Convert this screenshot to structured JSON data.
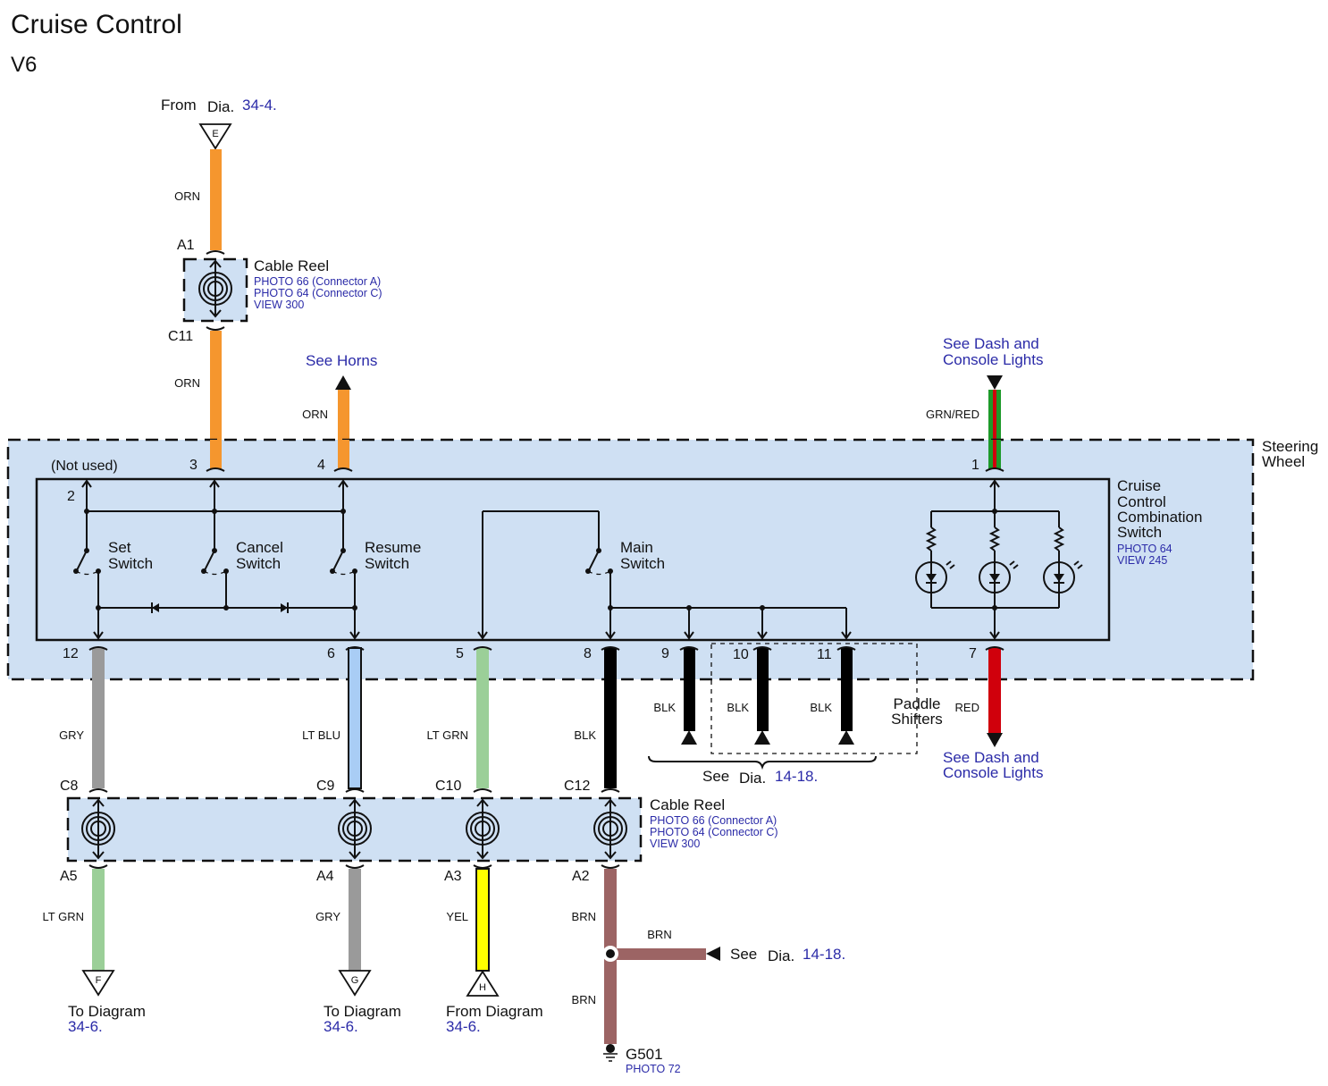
{
  "header": {
    "title": "Cruise Control",
    "subtitle": "V6"
  },
  "colors": {
    "ORN": "#f5962e",
    "GRY": "#9a9a9a",
    "LT_BLU": "#a9cdf5",
    "LT_GRN": "#9bcf98",
    "BLK": "#000000",
    "RED": "#d0000c",
    "GRN": "#1d9a2a",
    "YEL": "#ffff00",
    "BRN": "#9c6464",
    "panel": "#cfe0f3",
    "link": "#2b2ba8"
  },
  "refs": {
    "top_from": {
      "prefix": "From",
      "dia": "Dia.",
      "num": "34-4.",
      "letter": "E"
    },
    "see_horns": "See Horns",
    "see_dash_top": [
      "See Dash and",
      "Console Lights"
    ],
    "see_dash_bottom": [
      "See Dash and",
      "Console Lights"
    ],
    "paddle_see": {
      "prefix": "See",
      "dia": "Dia.",
      "num": "14-18."
    },
    "brn_see": {
      "prefix": "See",
      "dia": "Dia.",
      "num": "14-18."
    },
    "to_f": {
      "label": "To Diagram",
      "num": "34-6.",
      "letter": "F"
    },
    "to_g": {
      "label": "To Diagram",
      "num": "34-6.",
      "letter": "G"
    },
    "from_h": {
      "label": "From Diagram",
      "num": "34-6.",
      "letter": "H"
    }
  },
  "cable_reel_top": {
    "name": "Cable Reel",
    "refs": [
      "PHOTO 66 (Connector A)",
      "PHOTO 64 (Connector C)",
      "VIEW 300"
    ],
    "pin_in": "A1",
    "pin_out": "C11"
  },
  "cable_reel_bottom": {
    "name": "Cable Reel",
    "refs": [
      "PHOTO 66 (Connector A)",
      "PHOTO 64 (Connector C)",
      "VIEW 300"
    ],
    "pins_top": [
      "C8",
      "C9",
      "C10",
      "C12"
    ],
    "pins_bottom": [
      "A5",
      "A4",
      "A3",
      "A2"
    ]
  },
  "steering_wheel": {
    "label": [
      "Steering",
      "Wheel"
    ]
  },
  "switch_unit": {
    "name": [
      "Cruise",
      "Control",
      "Combination",
      "Switch"
    ],
    "refs": [
      "PHOTO 64",
      "VIEW 245"
    ],
    "not_used": "(Not used)",
    "pins_top": [
      "2",
      "3",
      "4",
      "1"
    ],
    "pins_bottom": [
      "12",
      "6",
      "5",
      "8",
      "9",
      "10",
      "11",
      "7"
    ],
    "switches": [
      {
        "line1": "Set",
        "line2": "Switch"
      },
      {
        "line1": "Cancel",
        "line2": "Switch"
      },
      {
        "line1": "Resume",
        "line2": "Switch"
      },
      {
        "line1": "Main",
        "line2": "Switch"
      }
    ]
  },
  "paddle_shifters": [
    "Paddle",
    "Shifters"
  ],
  "wires": {
    "top_orn_1": "ORN",
    "top_orn_2": "ORN",
    "horn_orn": "ORN",
    "grn_red": "GRN/RED",
    "w12": "GRY",
    "w6": "LT BLU",
    "w5": "LT GRN",
    "w8": "BLK",
    "w9": "BLK",
    "w10": "BLK",
    "w11": "BLK",
    "w7": "RED",
    "a5": "LT GRN",
    "a4": "GRY",
    "a3": "YEL",
    "a2": "BRN",
    "brn_branch": "BRN",
    "brn_ground": "BRN"
  },
  "ground": {
    "name": "G501",
    "ref": "PHOTO 72"
  }
}
